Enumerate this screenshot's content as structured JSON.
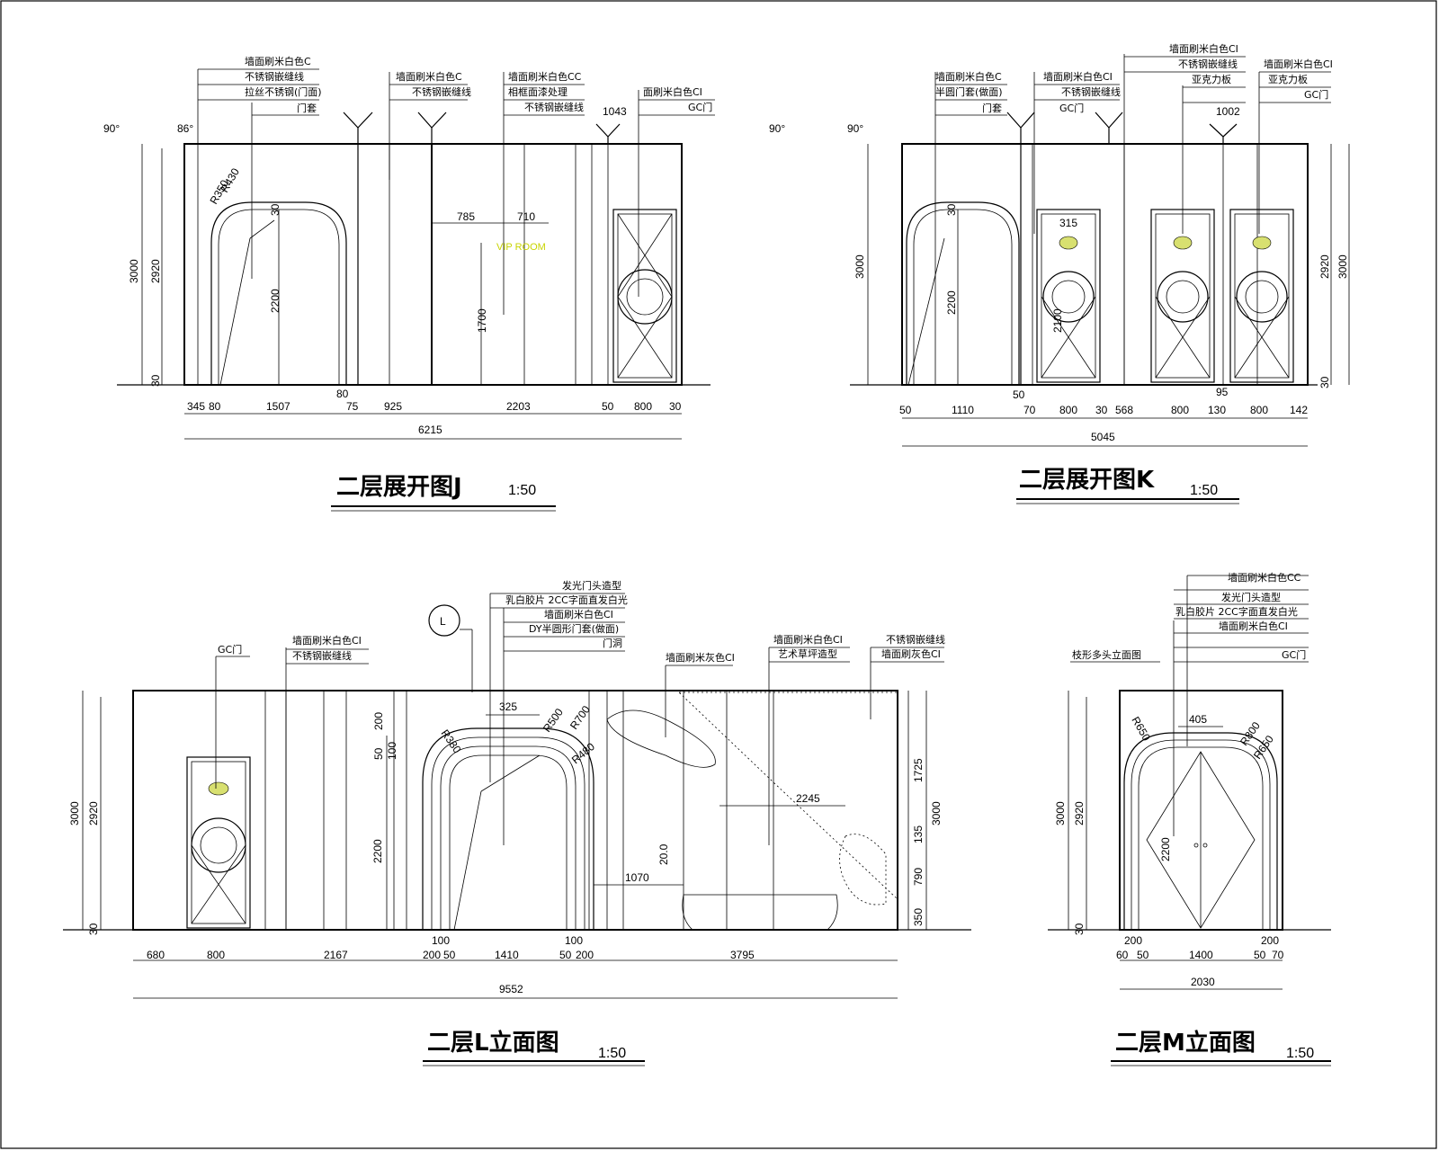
{
  "panel_j": {
    "title": "二层展开图J",
    "scale": "1:50",
    "angles": [
      "90°",
      "86°"
    ],
    "callouts": {
      "c1": [
        "墙面刷米白色C",
        "不锈钢嵌缝线",
        "拉丝不锈钢(门面)",
        "门套"
      ],
      "c2": [
        "墙面刷米白色C",
        "不锈钢嵌缝线"
      ],
      "c3": [
        "墙面刷米白色CC",
        "相框面漆处理",
        "不锈钢嵌缝线"
      ],
      "c4": [
        "面刷米白色CI",
        "GC门"
      ],
      "dim_tag": "1043"
    },
    "dims_bottom": [
      "345",
      "80",
      "1507",
      "80",
      "75",
      "925",
      "2203",
      "50",
      "800",
      "30"
    ],
    "total": "6215",
    "dims_vert": [
      "3000",
      "2920",
      "30",
      "2200",
      "1700",
      "30"
    ],
    "inner": [
      "785",
      "710"
    ],
    "radius": [
      "R430",
      "R350"
    ],
    "room_label": "VIP ROOM"
  },
  "panel_k": {
    "title": "二层展开图K",
    "scale": "1:50",
    "angles": [
      "90°",
      "90°"
    ],
    "callouts": {
      "c1": [
        "墙面刷米白色C",
        "半圆门套(做面)",
        "门套"
      ],
      "c2": [
        "墙面刷米白色CI",
        "不锈钢嵌缝线",
        "GC门"
      ],
      "c3": [
        "墙面刷米白色CI",
        "不锈钢嵌缝线",
        "亚克力板"
      ],
      "c4": [
        "墙面刷米白色CI",
        "亚克力板",
        "GC门"
      ],
      "dim_tag": "1002"
    },
    "dims_bottom": [
      "50",
      "1110",
      "70",
      "800",
      "30",
      "568",
      "800",
      "130",
      "800",
      "142"
    ],
    "total": "5045",
    "dims_vert": [
      "3000",
      "2920",
      "3000",
      "30",
      "2200",
      "2100",
      "30"
    ],
    "small": [
      "50",
      "95",
      "315"
    ]
  },
  "panel_l": {
    "title": "二层L立面图",
    "scale": "1:50",
    "marker": "L",
    "callouts": {
      "c1": [
        "GC门"
      ],
      "c2": [
        "墙面刷米白色CI",
        "不锈钢嵌缝线"
      ],
      "c3": [
        "发光门头造型",
        "乳白胶片 2CC字面直发白光",
        "墙面刷米白色CI",
        "DY半圆形门套(做面)",
        "门洞"
      ],
      "c4": [
        "墙面刷米灰色CI"
      ],
      "c5": [
        "墙面刷米白色CI",
        "艺术草坪造型"
      ],
      "c6": [
        "不锈钢嵌缝线",
        "墙面刷灰色CI"
      ]
    },
    "dims_bottom": [
      "680",
      "800",
      "2167",
      "100",
      "200",
      "50",
      "1410",
      "100",
      "50",
      "200",
      "3795"
    ],
    "total": "9552",
    "dims_vert_left": [
      "3000",
      "2920",
      "30"
    ],
    "dims_vert_right": [
      "1725",
      "3000",
      "135",
      "790",
      "350"
    ],
    "inner": [
      "325",
      "2200",
      "20.0",
      "1070",
      "2245",
      "50",
      "200",
      "100",
      "R700",
      "R500",
      "R380",
      "R480"
    ]
  },
  "panel_m": {
    "title": "二层M立面图",
    "scale": "1:50",
    "callouts": {
      "c1": [
        "墙面刷米白色CC",
        "发光门头造型",
        "乳白胶片 2CC字面直发白光",
        "墙面刷米白色CI",
        "GC门"
      ],
      "c2": [
        "枝形多头立面图"
      ]
    },
    "dims_bottom": [
      "200",
      "60",
      "50",
      "1400",
      "200",
      "50",
      "70"
    ],
    "total": "2030",
    "dims_vert": [
      "3000",
      "2920",
      "30",
      "2200"
    ],
    "inner": [
      "405",
      "R650",
      "R800",
      "R650"
    ]
  }
}
